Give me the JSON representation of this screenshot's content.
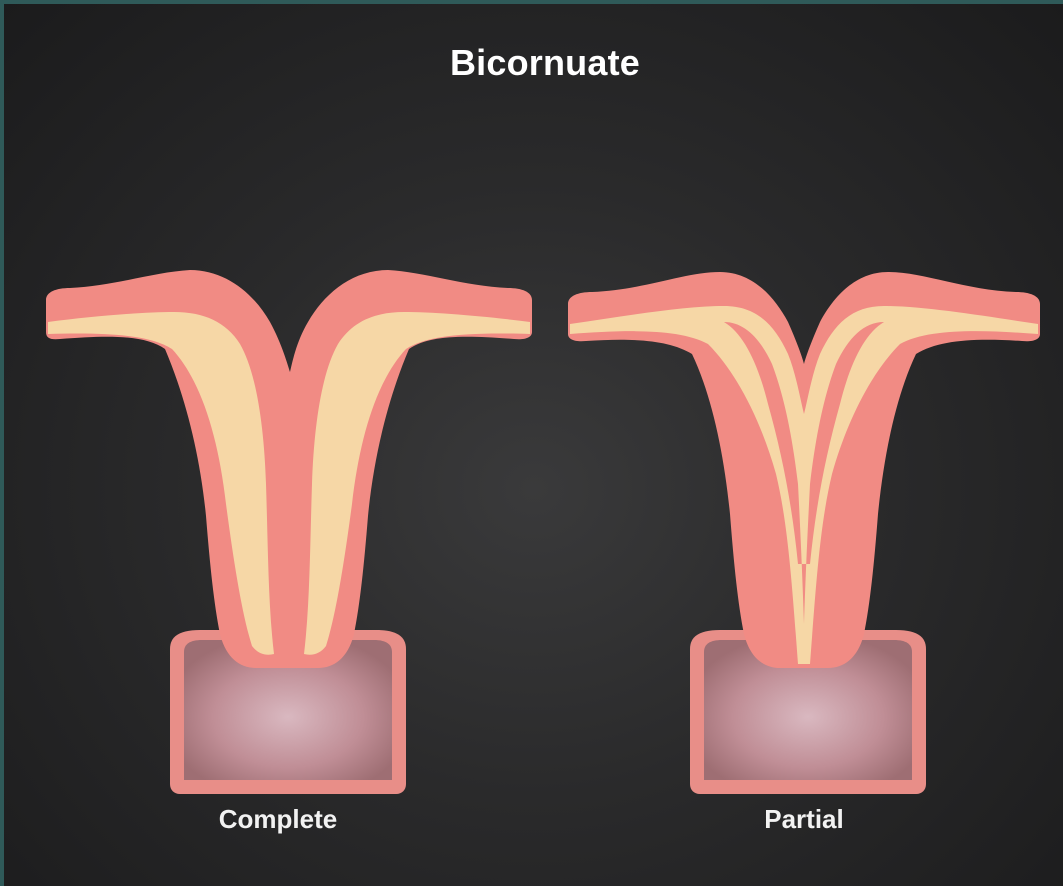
{
  "title": "Bicornuate",
  "labels": {
    "complete": "Complete",
    "partial": "Partial"
  },
  "colors": {
    "background": "#2a2a2b",
    "frame": "#2f5a59",
    "wall": "#f18b84",
    "cavity": "#f6d7a6",
    "cervix_wall": "#e88e88",
    "cervix_inner": "#c48e95"
  }
}
